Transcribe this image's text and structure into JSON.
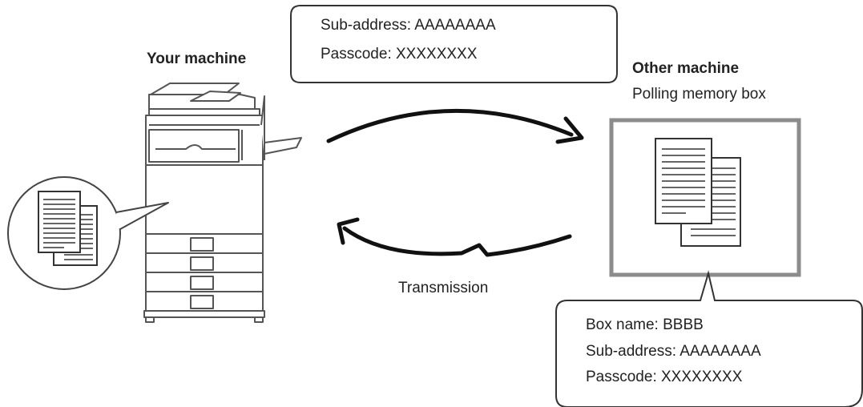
{
  "your_machine": {
    "label": "Your machine"
  },
  "other_machine": {
    "label": "Other machine",
    "box_label": "Polling memory box"
  },
  "transmission_label": "Transmission",
  "top_callout": {
    "line1": "Sub-address: AAAAAAAA",
    "line2": "Passcode: XXXXXXXX"
  },
  "bottom_callout": {
    "line1": "Box name: BBBB",
    "line2": "Sub-address: AAAAAAAA",
    "line3": "Passcode: XXXXXXXX"
  }
}
